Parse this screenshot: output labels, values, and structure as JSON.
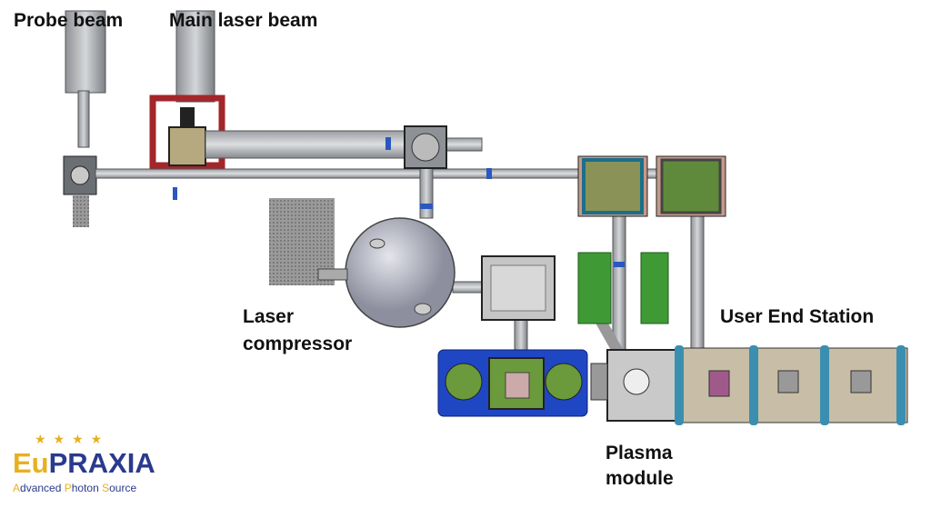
{
  "labels": {
    "probe_beam": "Probe beam",
    "main_laser_beam": "Main laser beam",
    "laser_compressor_1": "Laser",
    "laser_compressor_2": "compressor",
    "user_end_station": "User End Station",
    "plasma_module_1": "Plasma",
    "plasma_module_2": "module"
  },
  "logo": {
    "eu": "Eu",
    "praxia": "PRAXIA",
    "subtitle_parts": [
      "A",
      "dvanced ",
      "P",
      "hoton ",
      "S",
      "ource"
    ]
  },
  "colors": {
    "pipe": "#b9bcc0",
    "frame_red": "#a3262a",
    "base_blue": "#1f47c4",
    "green": "#3f9a35",
    "station_tan": "#c8bda6",
    "ring_blue": "#3a8fb0",
    "logo_gold": "#e8b020",
    "logo_navy": "#2a3a8c"
  }
}
